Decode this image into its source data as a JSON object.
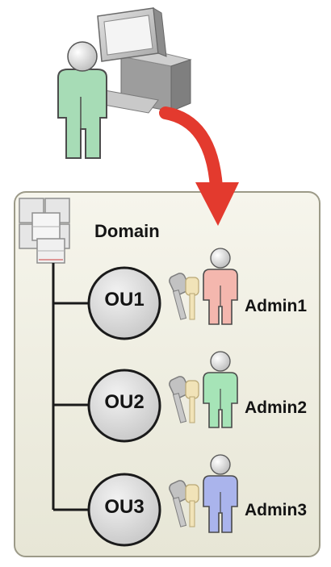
{
  "domain": {
    "label": "Domain"
  },
  "ous": [
    {
      "label": "OU1",
      "admin": "Admin1",
      "admin_color": "#f4b7ae"
    },
    {
      "label": "OU2",
      "admin": "Admin2",
      "admin_color": "#a6e4b7"
    },
    {
      "label": "OU3",
      "admin": "Admin3",
      "admin_color": "#aab4ec"
    }
  ],
  "colors": {
    "panel_fill": "#f0efe2",
    "panel_border": "#9c9a88",
    "user_at_computer": "#a7dcb6",
    "arrow": "#e33a2e",
    "ou_circle": "#dcdcdc",
    "key": "#bdbdbd",
    "key_lock": "#f1e3b8"
  }
}
